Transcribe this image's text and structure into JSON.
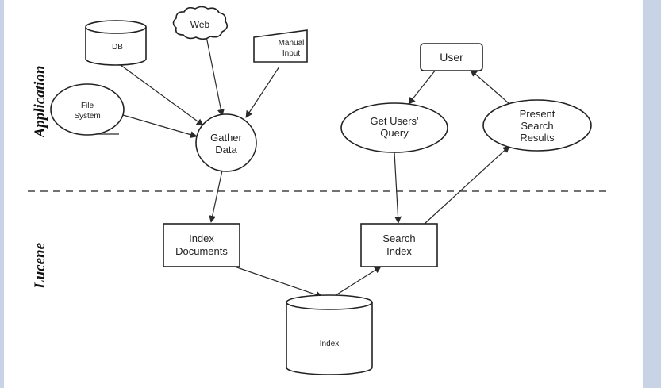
{
  "sections": {
    "application": "Application",
    "lucene": "Lucene"
  },
  "nodes": {
    "db": "DB",
    "web": "Web",
    "manual_input": [
      "Manual",
      "Input"
    ],
    "file_system": [
      "File",
      "System"
    ],
    "gather_data": [
      "Gather",
      "Data"
    ],
    "user": "User",
    "get_users_query": [
      "Get Users'",
      "Query"
    ],
    "present_search_results": [
      "Present",
      "Search",
      "Results"
    ],
    "index_documents": [
      "Index",
      "Documents"
    ],
    "search_index": [
      "Search",
      "Index"
    ],
    "index": "Index"
  }
}
